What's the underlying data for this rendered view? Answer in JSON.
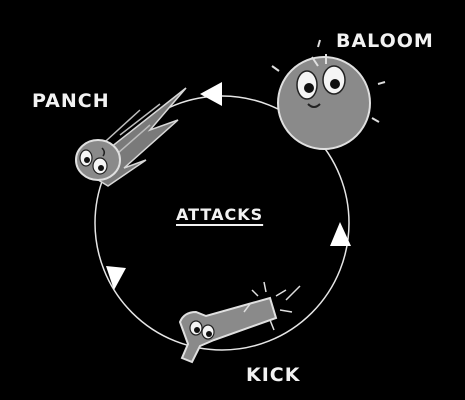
{
  "diagram": {
    "title": "ATTACKS",
    "nodes": [
      {
        "id": "baloom",
        "label": "BALOOM",
        "icon": "balloon-character-icon"
      },
      {
        "id": "panch",
        "label": "PANCH",
        "icon": "fireball-character-icon"
      },
      {
        "id": "kick",
        "label": "KICK",
        "icon": "leg-character-icon"
      }
    ],
    "cycle": [
      "baloom",
      "panch",
      "kick"
    ]
  },
  "colors": {
    "background": "#000000",
    "line": "#e6e6e6",
    "text": "#f2f2f2",
    "character_fill": "#8a8a8a"
  }
}
